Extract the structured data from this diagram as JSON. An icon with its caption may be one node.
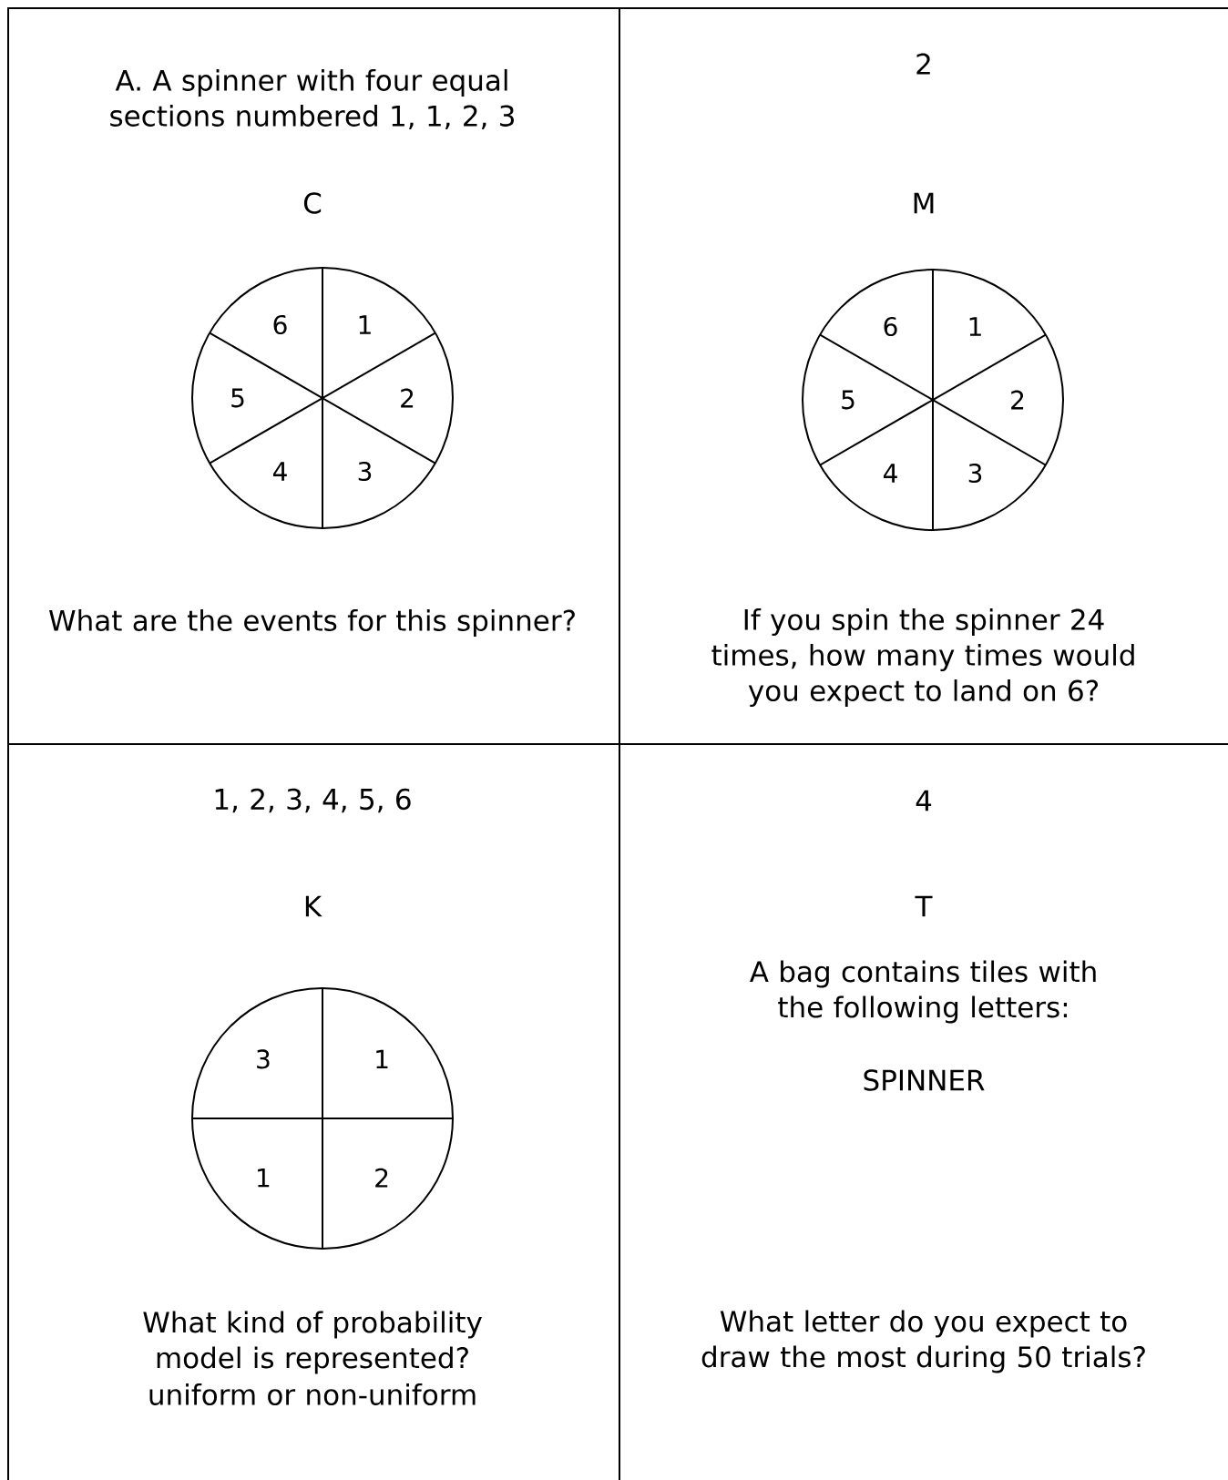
{
  "diagram": {
    "nodes": [
      {
        "text": [
          "A. A spinner with four equal sections numbered 1, 1, 2, 3",
          "C",
          "What are the events for this spinner?"
        ]
      },
      {
        "text": [
          "6",
          "1",
          "5",
          "2",
          "4",
          "3"
        ],
        "in": 0
      },
      {
        "text": [
          "2",
          "M",
          "If you spin the spinner 24 times, how many times would you expect to land on 6?"
        ]
      },
      {
        "text": [
          "6",
          "1",
          "5",
          "2",
          "4",
          "3"
        ],
        "in": 2
      },
      {
        "text": [
          "1, 2, 3, 4, 5, 6",
          "K",
          "What kind of probability model is represented?",
          "uniform or non-uniform"
        ]
      },
      {
        "text": [
          "3",
          "1",
          "1",
          "2"
        ],
        "in": 4
      },
      {
        "text": [
          "4",
          "T",
          "A bag contains tiles with the following letters:",
          "SPINNER",
          "What letter do you expect to draw the most during 50 trials?"
        ]
      }
    ]
  }
}
